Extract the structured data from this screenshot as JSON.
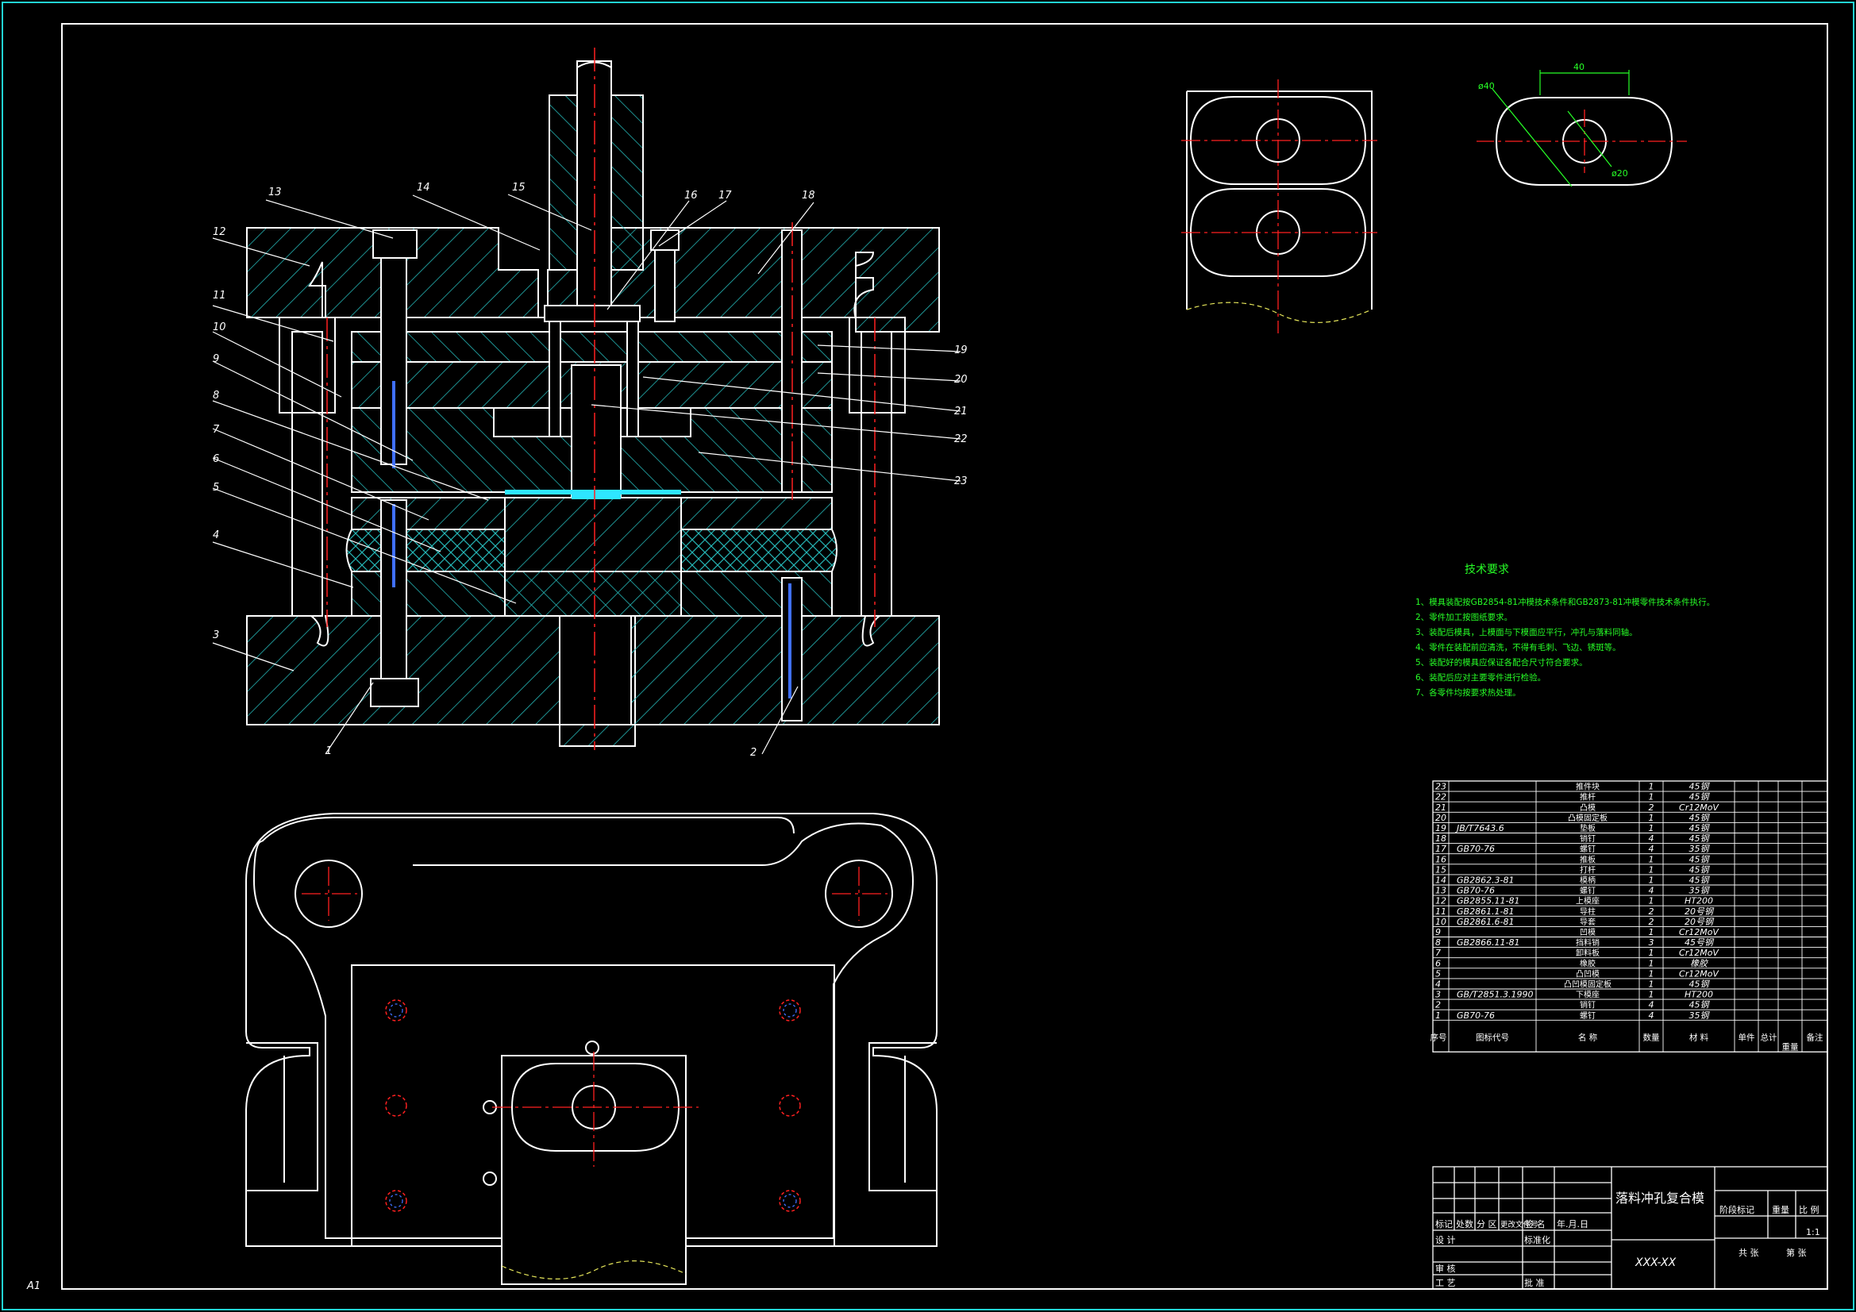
{
  "colors": {
    "background": "#000000",
    "outline": "#ffffff",
    "frame": "#22d3d3",
    "hatch": "#25b5b5",
    "centerline": "#ff2020",
    "dimension": "#27ff27",
    "highlight": "#2ee6ff",
    "text_green": "#27ff27",
    "hole_dash": "#4070ff"
  },
  "sheet": {
    "size_label": "A1"
  },
  "section_view": {
    "balloons_left": [
      "13",
      "14",
      "15",
      "12",
      "11",
      "10",
      "9",
      "8",
      "7",
      "6",
      "5",
      "4",
      "3",
      "1"
    ],
    "balloons_top": [
      "16",
      "17",
      "18"
    ],
    "balloons_right": [
      "19",
      "20",
      "21",
      "22",
      "23"
    ],
    "balloon_bottom_right": "2"
  },
  "detail_view": {
    "dim_width": "40",
    "dim_outer_dia": "ø40",
    "dim_inner_dia": "ø20"
  },
  "tech_requirements": {
    "title": "技术要求",
    "lines": [
      "1、模具装配按GB2854-81冲模技术条件和GB2873-81冲模零件技术条件执行。",
      "2、零件加工按图纸要求。",
      "3、装配后模具，上模面与下模面应平行，冲孔与落料同轴。",
      "4、零件在装配前应清洗，不得有毛刺、飞边、锈斑等。",
      "5、装配好的模具应保证各配合尺寸符合要求。",
      "6、装配后应对主要零件进行检验。",
      "7、各零件均按要求热处理。"
    ]
  },
  "parts_list": {
    "rows": [
      {
        "no": "23",
        "std": "",
        "name": "推件块",
        "qty": "1",
        "mat": "45钢"
      },
      {
        "no": "22",
        "std": "",
        "name": "推杆",
        "qty": "1",
        "mat": "45钢"
      },
      {
        "no": "21",
        "std": "",
        "name": "凸模",
        "qty": "2",
        "mat": "Cr12MoV"
      },
      {
        "no": "20",
        "std": "",
        "name": "凸模固定板",
        "qty": "1",
        "mat": "45钢"
      },
      {
        "no": "19",
        "std": "JB/T7643.6",
        "name": "垫板",
        "qty": "1",
        "mat": "45钢"
      },
      {
        "no": "18",
        "std": "",
        "name": "销钉",
        "qty": "4",
        "mat": "45钢"
      },
      {
        "no": "17",
        "std": "GB70-76",
        "name": "螺钉",
        "qty": "4",
        "mat": "35钢"
      },
      {
        "no": "16",
        "std": "",
        "name": "推板",
        "qty": "1",
        "mat": "45钢"
      },
      {
        "no": "15",
        "std": "",
        "name": "打杆",
        "qty": "1",
        "mat": "45钢"
      },
      {
        "no": "14",
        "std": "GB2862.3-81",
        "name": "模柄",
        "qty": "1",
        "mat": "45钢"
      },
      {
        "no": "13",
        "std": "GB70-76",
        "name": "螺钉",
        "qty": "4",
        "mat": "35钢"
      },
      {
        "no": "12",
        "std": "GB2855.11-81",
        "name": "上模座",
        "qty": "1",
        "mat": "HT200"
      },
      {
        "no": "11",
        "std": "GB2861.1-81",
        "name": "导柱",
        "qty": "2",
        "mat": "20号钢"
      },
      {
        "no": "10",
        "std": "GB2861.6-81",
        "name": "导套",
        "qty": "2",
        "mat": "20号钢"
      },
      {
        "no": "9",
        "std": "",
        "name": "凹模",
        "qty": "1",
        "mat": "Cr12MoV"
      },
      {
        "no": "8",
        "std": "GB2866.11-81",
        "name": "挡料销",
        "qty": "3",
        "mat": "45号钢"
      },
      {
        "no": "7",
        "std": "",
        "name": "卸料板",
        "qty": "1",
        "mat": "Cr12MoV"
      },
      {
        "no": "6",
        "std": "",
        "name": "橡胶",
        "qty": "1",
        "mat": "橡胶"
      },
      {
        "no": "5",
        "std": "",
        "name": "凸凹模",
        "qty": "1",
        "mat": "Cr12MoV"
      },
      {
        "no": "4",
        "std": "",
        "name": "凸凹模固定板",
        "qty": "1",
        "mat": "45钢"
      },
      {
        "no": "3",
        "std": "GB/T2851.3.1990",
        "name": "下模座",
        "qty": "1",
        "mat": "HT200"
      },
      {
        "no": "2",
        "std": "",
        "name": "销钉",
        "qty": "4",
        "mat": "45钢"
      },
      {
        "no": "1",
        "std": "GB70-76",
        "name": "螺钉",
        "qty": "4",
        "mat": "35钢"
      }
    ],
    "header": {
      "no": "序号",
      "std": "图标代号",
      "name": "名 称",
      "qty": "数量",
      "mat": "材 料",
      "unit_weight": "单件",
      "total_weight": "总计",
      "weight": "重量",
      "remark": "备注"
    }
  },
  "title_block": {
    "drawing_title": "落料冲孔复合模",
    "drawing_number": "XXX-XX",
    "scale": "1:1",
    "labels": {
      "mark": "标记",
      "count": "处数",
      "zone": "分 区",
      "change_doc": "更改文件号",
      "signature": "签 名",
      "date": "年.月.日",
      "design": "设 计",
      "standardize": "标准化",
      "review": "审 核",
      "process": "工 艺",
      "approve": "批 准",
      "stage_mark": "阶段标记",
      "weight": "重量",
      "ratio": "比 例",
      "sheets_total": "共 张",
      "sheet_no": "第 张"
    }
  }
}
